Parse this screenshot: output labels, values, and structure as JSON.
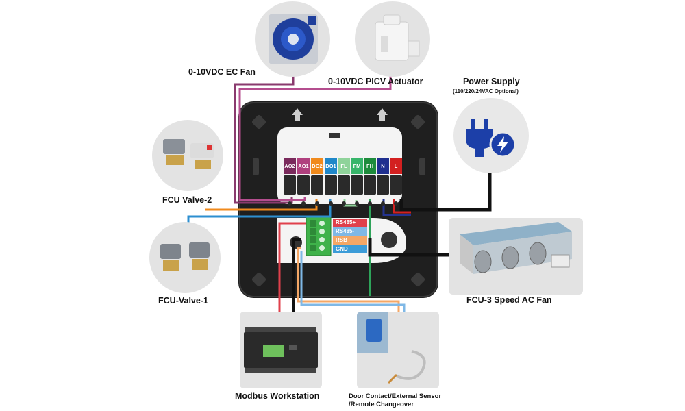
{
  "devices": {
    "ec_fan": "0-10VDC EC Fan",
    "picv": "0-10VDC PICV Actuator",
    "power_title": "Power Supply",
    "power_sub": "(110/220/24VAC Optional)",
    "valve2": "FCU Valve-2",
    "valve1": "FCU-Valve-1",
    "fcu_fan": "FCU-3 Speed AC Fan",
    "modbus": "Modbus Workstation",
    "door_line1": "Door Contact/External Sensor",
    "door_line2": "/Remote Changeover"
  },
  "terminals": [
    {
      "label": "AO2",
      "color": "#7a2a5c"
    },
    {
      "label": "AO1",
      "color": "#b0407e"
    },
    {
      "label": "DO2",
      "color": "#f08a1c"
    },
    {
      "label": "DO1",
      "color": "#1f87c9"
    },
    {
      "label": "FL",
      "color": "#8fd39a"
    },
    {
      "label": "FM",
      "color": "#37b56a"
    },
    {
      "label": "FH",
      "color": "#1e8c3c"
    },
    {
      "label": "N",
      "color": "#1f2f8f"
    },
    {
      "label": "L",
      "color": "#d32020"
    }
  ],
  "rs485": [
    {
      "label": "RS485+",
      "color": "#e0404c"
    },
    {
      "label": "RS485-",
      "color": "#7fb8e6"
    },
    {
      "label": "RSB",
      "color": "#f4a766"
    },
    {
      "label": "GND",
      "color": "#3c9cd8"
    }
  ],
  "colors": {
    "accent_blue": "#1c3fa8",
    "panel": "#1e1e1e",
    "circle_bg": "#e3e3e3"
  },
  "icons": [
    "plug-icon",
    "lightning-icon",
    "up-arrow-icon"
  ]
}
